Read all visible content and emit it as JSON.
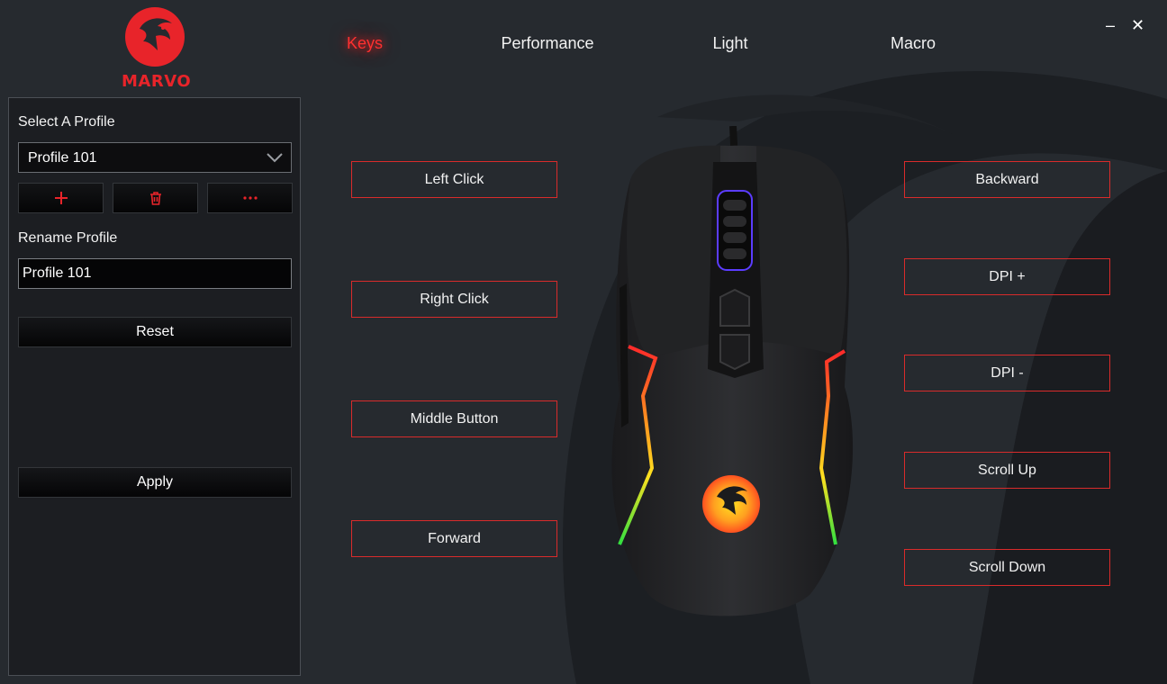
{
  "brand": {
    "logo_text": "MARVO",
    "color": "#e8242a"
  },
  "window": {
    "minimize_glyph": "–",
    "close_glyph": "✕"
  },
  "tabs": [
    {
      "label": "Keys",
      "active": true
    },
    {
      "label": "Performance",
      "active": false
    },
    {
      "label": "Light",
      "active": false
    },
    {
      "label": "Macro",
      "active": false
    }
  ],
  "sidebar": {
    "select_profile_label": "Select A Profile",
    "selected_profile": "Profile 101",
    "actions": [
      {
        "icon": "plus-icon"
      },
      {
        "icon": "trash-icon"
      },
      {
        "icon": "more-icon"
      }
    ],
    "rename_label": "Rename Profile",
    "rename_value": "Profile 101",
    "reset_label": "Reset",
    "apply_label": "Apply"
  },
  "keys": {
    "left": [
      "Left Click",
      "Right Click",
      "Middle Button",
      "Forward"
    ],
    "right": [
      "Backward",
      "DPI +",
      "DPI -",
      "Scroll Up",
      "Scroll Down"
    ]
  },
  "colors": {
    "accent": "#d92b2b",
    "background": "#262a2f",
    "panel": "#1c1e22"
  }
}
